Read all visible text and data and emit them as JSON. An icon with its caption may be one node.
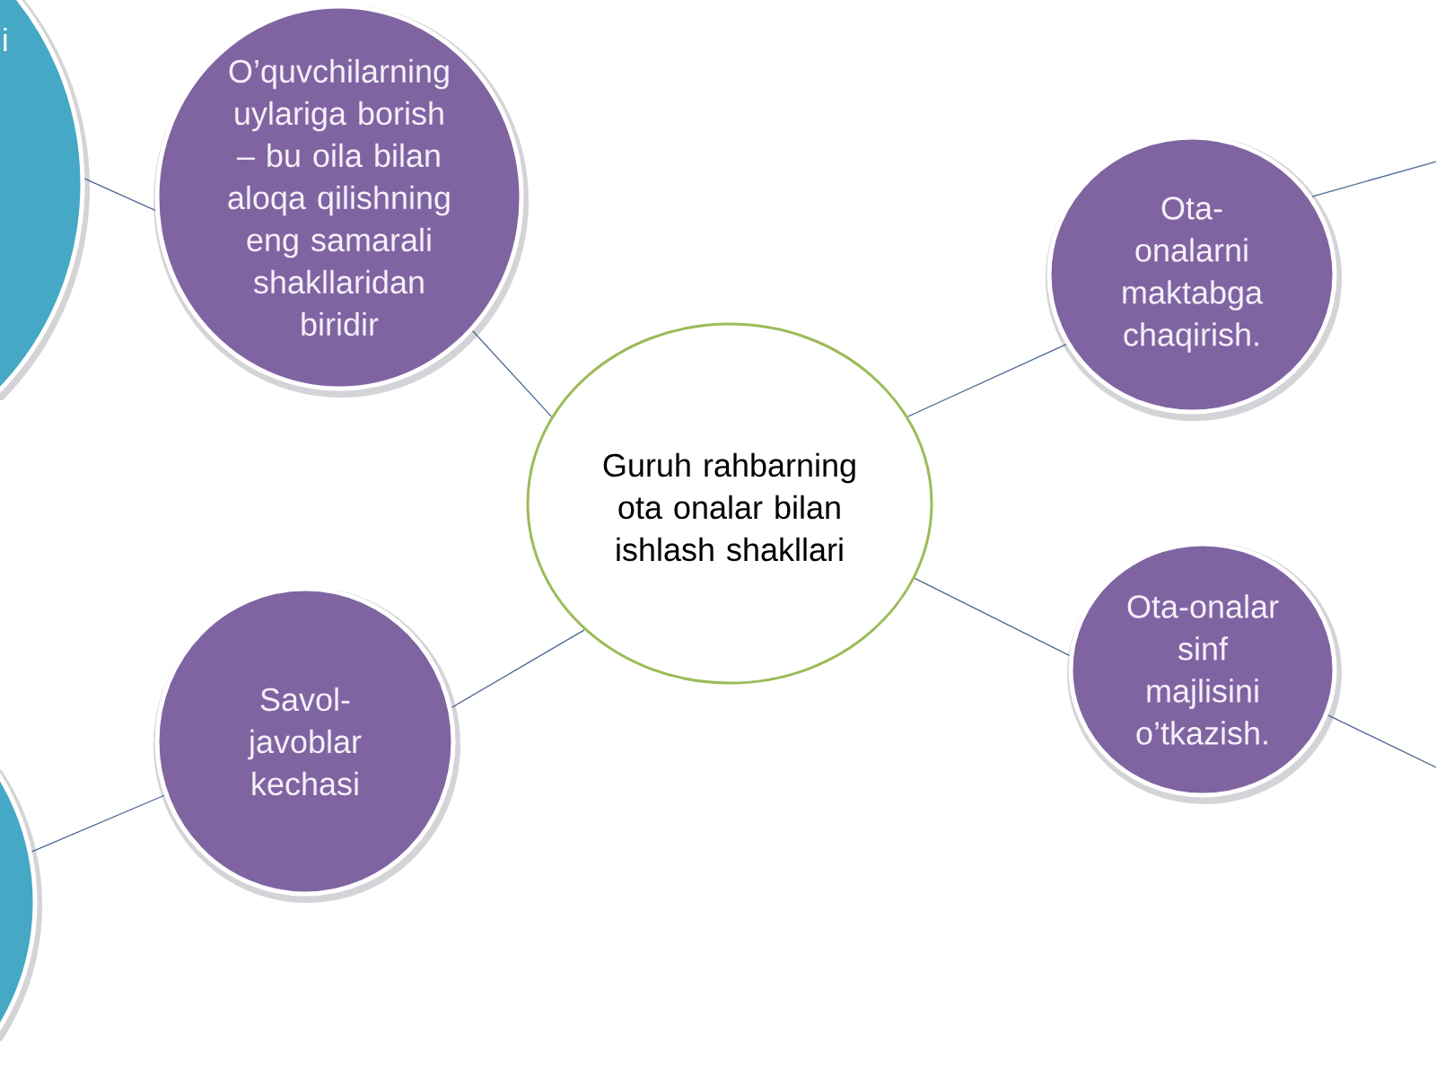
{
  "diagram": {
    "nodes": [
      {
        "text": [
          "i"
        ]
      },
      {
        "text": [
          "O’quvchilarning uylariga borish – bu oila bilan aloqa qilishning eng samarali shakllaridan biridir"
        ]
      },
      {
        "text": [
          "Ota-onalarni maktabga chaqirish."
        ]
      },
      {
        "text": [
          "Guruh rahbarning ota onalar bilan ishlash shakllari"
        ]
      },
      {
        "text": [
          "Ota-onalar sinf majlisini o’tkazish."
        ]
      },
      {
        "text": [
          "Savol-javoblar kechasi"
        ]
      },
      {
        "text": [],
        "shape": "circle"
      }
    ],
    "edges": [
      {
        "from": 3,
        "to": 1,
        "arrow": "none"
      },
      {
        "from": 3,
        "to": 2,
        "arrow": "none"
      },
      {
        "from": 3,
        "to": 4,
        "arrow": "none"
      },
      {
        "from": 3,
        "to": 5,
        "arrow": "none"
      },
      {
        "from": 1,
        "to": 0,
        "arrow": "none"
      },
      {
        "from": 5,
        "to": 6,
        "arrow": "none"
      },
      {
        "from": 2,
        "to": null,
        "arrow": "none"
      },
      {
        "from": 4,
        "to": null,
        "arrow": "none"
      }
    ]
  }
}
